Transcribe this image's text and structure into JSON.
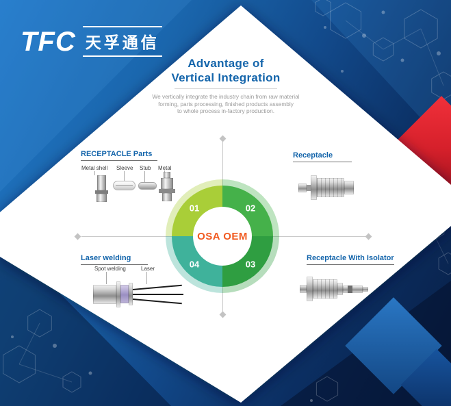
{
  "logo": {
    "brand": "TFC",
    "brand_cn": "天孚通信"
  },
  "header": {
    "title_line1": "Advantage of",
    "title_line2": "Vertical Integration",
    "description_lines": [
      "We vertically integrate the industry chain from raw material",
      "forming, parts processing, finished products assembly",
      "to whole process in-factory production."
    ]
  },
  "diagram": {
    "center_label": "OSA OEM",
    "segments": [
      {
        "number": "01",
        "color": "#a9ce38",
        "position": "top-left"
      },
      {
        "number": "02",
        "color": "#45b14a",
        "position": "top-right"
      },
      {
        "number": "03",
        "color": "#2f9e41",
        "position": "bottom-right"
      },
      {
        "number": "04",
        "color": "#3fb29b",
        "position": "bottom-left"
      }
    ]
  },
  "sections": {
    "receptacle_parts": {
      "title": "RECEPTACLE Parts",
      "part_labels": [
        "Metal shell",
        "Sleeve",
        "Stub",
        "Metal"
      ]
    },
    "receptacle": {
      "title": "Receptacle"
    },
    "laser_welding": {
      "title": "Laser welding",
      "part_labels": [
        "Spot welding",
        "Laser"
      ]
    },
    "receptacle_with_isolator": {
      "title": "Receptacle With Isolator"
    }
  },
  "colors": {
    "title_blue": "#1465ab",
    "center_orange": "#f1591f",
    "accent_red": "#d6202b",
    "background_blue_light": "#2178c8",
    "background_blue_dark": "#081e44"
  }
}
